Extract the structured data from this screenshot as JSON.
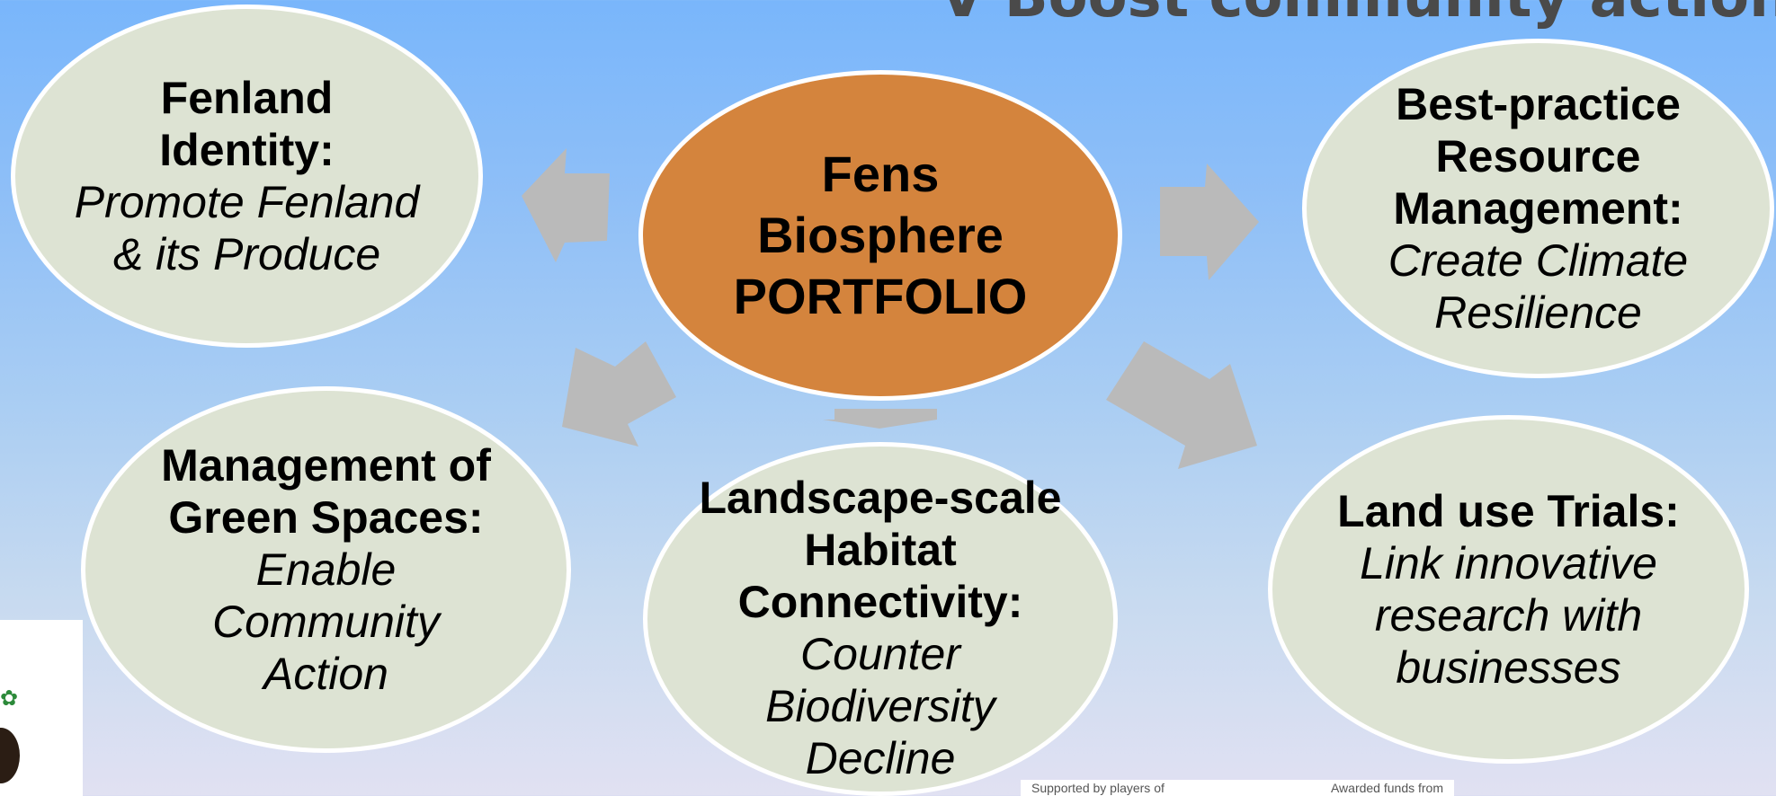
{
  "banner": {
    "title": "V Boost community action"
  },
  "center": {
    "title_lines": [
      "Fens",
      "Biosphere",
      "PORTFOLIO"
    ]
  },
  "nodes": [
    {
      "id": "fenland-identity",
      "head": "Fenland Identity:",
      "desc": "Promote Fenland & its Produce"
    },
    {
      "id": "resource-management",
      "head": "Best-practice Resource Management:",
      "desc": "Create Climate Resilience"
    },
    {
      "id": "green-spaces",
      "head": "Management of Green Spaces:",
      "desc": "Enable Community Action"
    },
    {
      "id": "habitat-connectivity",
      "head": "Landscape-scale Habitat Connectivity:",
      "desc": "Counter Biodiversity Decline"
    },
    {
      "id": "land-use-trials",
      "head": "Land use Trials:",
      "desc": "Link innovative research with businesses"
    }
  ],
  "funders": {
    "left_text": "Supported by players of",
    "right_text": "Awarded funds from"
  },
  "colors": {
    "center_fill": "#d4843d",
    "node_fill": "#dde3d3",
    "node_border": "#ffffff",
    "arrow": "#bababa"
  }
}
